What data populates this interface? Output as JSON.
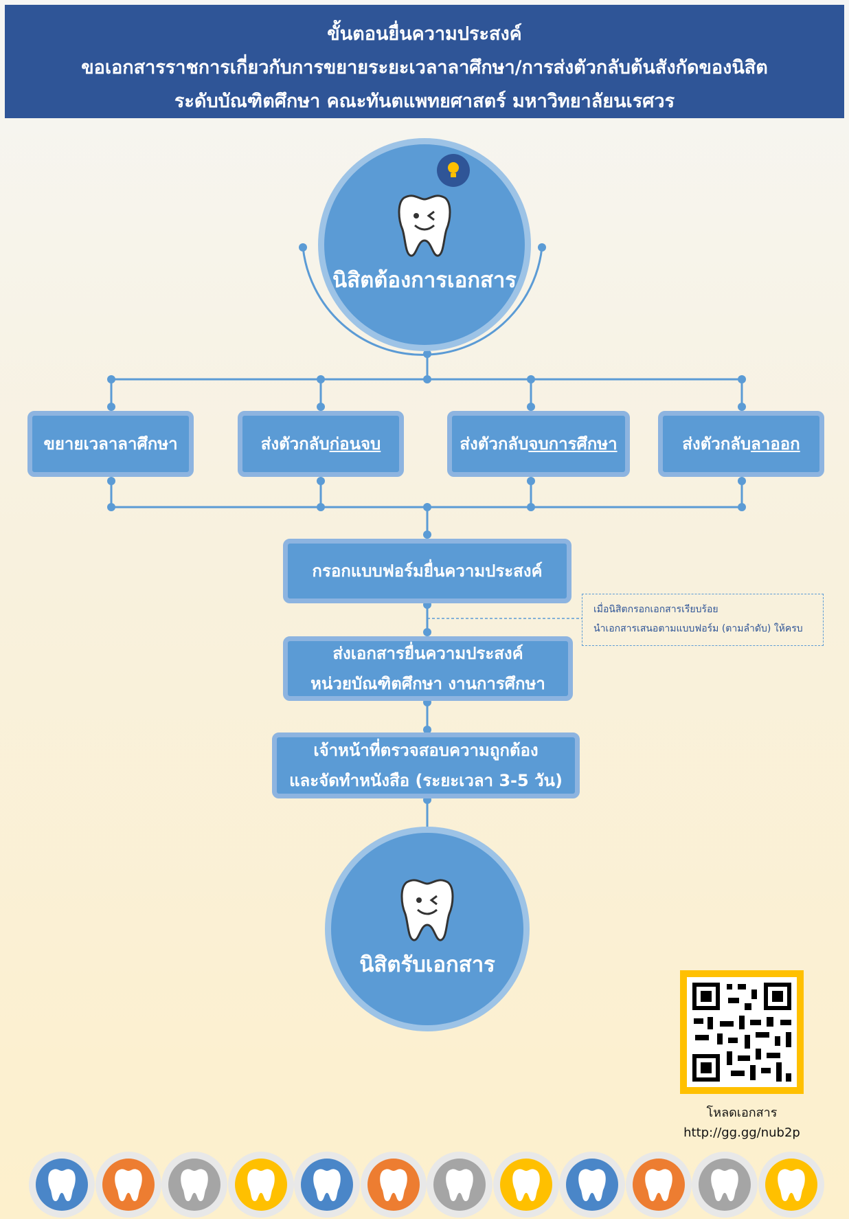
{
  "header": {
    "line1": "ขั้นตอนยื่นความประสงค์",
    "line2": "ขอเอกสารราชการเกี่ยวกับการขยายระยะเวลาลาศึกษา/การส่งตัวกลับต้นสังกัดของนิสิต",
    "line3": "ระดับบัณฑิตศึกษา คณะทันตแพทยศาสตร์ มหาวิทยาลัยนเรศวร"
  },
  "start_node": {
    "label": "นิสิตต้องการเอกสาร"
  },
  "options": [
    {
      "prefix": "ขยายเวลาลาศึกษา",
      "underlined": ""
    },
    {
      "prefix": "ส่งตัวกลับ",
      "underlined": "ก่อนจบ"
    },
    {
      "prefix": "ส่งตัวกลับ",
      "underlined": "จบการศึกษา"
    },
    {
      "prefix": "ส่งตัวกลับ",
      "underlined": "ลาออก"
    }
  ],
  "steps": {
    "step1": "กรอกแบบฟอร์มยื่นความประสงค์",
    "step2_line1": "ส่งเอกสารยื่นความประสงค์",
    "step2_line2": "หน่วยบัณฑิตศึกษา งานการศึกษา",
    "step3_line1": "เจ้าหน้าที่ตรวจสอบความถูกต้อง",
    "step3_line2": "และจัดทำหนังสือ (ระยะเวลา 3-5 วัน)"
  },
  "note": {
    "line1": "เมื่อนิสิตกรอกเอกสารเรียบร้อย",
    "line2": "นำเอกสารเสนอตามแบบฟอร์ม (ตามลำดับ) ให้ครบ"
  },
  "end_node": {
    "label": "นิสิตรับเอกสาร"
  },
  "download": {
    "label": "โหลดเอกสาร",
    "url": "http://gg.gg/nub2p"
  },
  "footer_icons": [
    "tooth-icon",
    "braces-tooth-icon",
    "cracked-tooth-icon",
    "implant-tooth-icon",
    "tooth-icon",
    "braces-tooth-icon",
    "cracked-tooth-icon",
    "implant-tooth-icon",
    "tooth-icon",
    "braces-tooth-icon",
    "cracked-tooth-icon",
    "implant-tooth-icon"
  ],
  "colors": {
    "header": "#2f5597",
    "node": "#5b9bd5",
    "node_border": "#8db4e0",
    "line": "#5b9bd5",
    "qr_frame": "#ffc000",
    "icon_blue": "#4a86c8",
    "icon_orange": "#ed7d31",
    "icon_gray": "#a5a5a5",
    "icon_yellow": "#ffc000"
  }
}
